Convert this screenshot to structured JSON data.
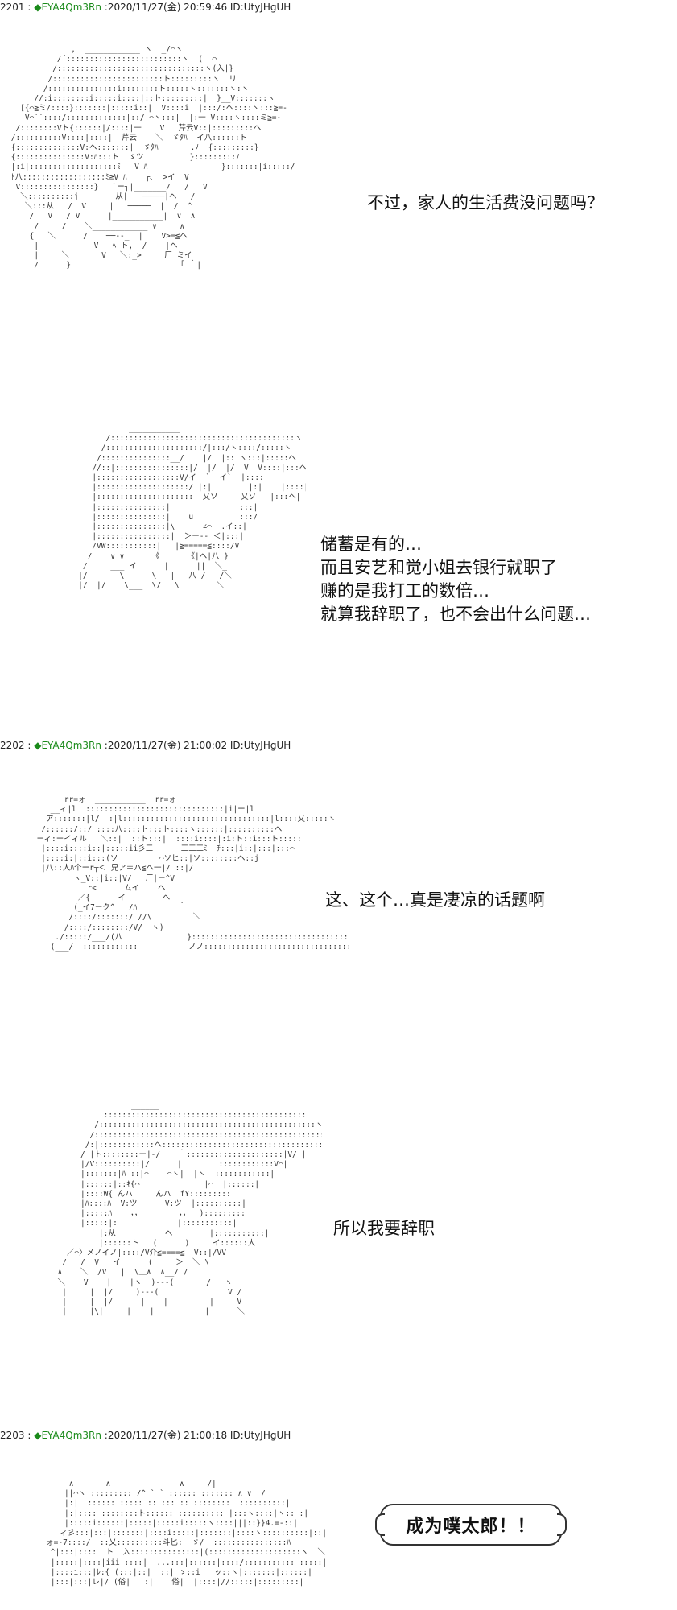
{
  "posts": [
    {
      "num": "2201",
      "sep": " : ",
      "trip": "◆EYA4Qm3Rn",
      "meta": " :2020/11/27(金) 20:59:46 ID:UtyJHgUH"
    },
    {
      "num": "2202",
      "sep": " : ",
      "trip": "◆EYA4Qm3Rn",
      "meta": " :2020/11/27(金) 21:00:02 ID:UtyJHgUH"
    },
    {
      "num": "2203",
      "sep": " : ",
      "trip": "◆EYA4Qm3Rn",
      "meta": " :2020/11/27(金) 21:00:18 ID:UtyJHgUH"
    }
  ],
  "dialogs": {
    "d1": [
      "不过，家人的生活费没问题吗？"
    ],
    "d2": [
      "储蓄是有的…",
      "而且安艺和觉小姐去银行就职了",
      "赚的是我打工的数倍…",
      "就算我辞职了，也不会出什么问题…"
    ],
    "d3": [
      "这、这个…真是凄凉的话题啊"
    ],
    "d4": [
      "所以我要辞职"
    ],
    "d5": [
      "成为噗太郎！！"
    ]
  },
  "ascii_art": {
    "aa1": "              ,  ____________ ヽ  _/⌒ヽ\n           /´:::::::::::::::::::::::::ヽ  (  ⌒\n          /::::::::::::::::::::::::::::::::ヽ(入|}\n         /::::::::::::::::::::::::ト:::::::::ヽ  リ\n        /:::::::::::::::i::::::::ト:::::ヽ:::::::ヽ:ヽ\n      //:i::::::::i:::::i::::|::ト:::::::::|  }__V:::::::ヽ\n   [{⌒≧ミ/::::}:::::::|:::::i::|  V::::i  |:::/:ヘ::::ヽ:::≧=-\n    V⌒`´::::/:::::::::::::|::/|⌒ヽ:::|  |:一 V::::ヽ::::ミ≧=-\n  /::::::::Vト{::::::|/::::|一    V   芹云V::|:::::::::ヘ\n /::::::::::V::::|::::|  芹云    ＼  ゞﾀﾊ  イ八::::::ト\n {::::::::::::::V:ヘ:::::::|  ゞﾀﾊ       .ﾉ  {:::::::::}\n {:::::::::::::::V:ﾊ:::ト  ゞツ          }:::::::::ﾉ\n |:i|:::::::::::::::::::ﾐ   V ﾊ                }:::::::|i:::::/\n ﾄ八::::::::::::::::::ﾐ≧V ﾊ    ┌､  >イ  V\n  V::::::::::::::::}   `ー┐|_______/   /   V\n   ＼::::::::::j        从|   ─────|ヘ   /\n    ＼:::从   /  V     |   ─────  |  /  ^\n     /   V   / V      |___________|  ∨  ∧\n      /     /    ＼____________ ∨     ∧\n     {   ＼      /    ──--_  |    V>=≦ヘ\n      |     |      V   ﾍ_ト,  /    |ヘ\n      |     ＼       V   ＼:_>     厂 ミイ\n      /      }                       「 ｀|",
    "aa2": "              ___________\n         /::::::::::::::::::::::::::::::::::::::::ヽ\n        /:::::::::::::::::::::/|:::/ヽ::::/:::::ヽ\n       /:::::::::::::::__/    |/  |::|ヽ:::|:::::ヘ\n      //::|::::::::::::::::|/  |/  |/  V  V::::|:::ヘ\n      |::::::::::::::::::V/イ  `  イ`  |::::|\n      |::::::::::::::::::::/ |:|        |:|    |::::|\n      |:::::::::::::::::::::  又ソ     又ソ   |:::ヘ|\n      |:::::::::::::::|              |:::|\n      |:::::::::::::::|    u         |:::/\n      |:::::::::::::::|\\      ∠⌒  .イ::|\n      |::::::::::::::::|  ＞ー-- ＜|:::|\n      /VW:::::::::::|   |≧=====≦::::/V\n     /    ∨ ∨      《      《|ヘ|八 }\n    /     ___ イ      |      ||  ＼_\n   |/  ___  \\      \\   |   八_/   /＼\n   |/  |/    \\___  \\/   \\        ＼",
    "aa3": "        rr=ォ  ___________  rr=ォ\n     __ィ|l  ::::::::::::::::::::::::::::::|i|ー|l\n    ア:::::::|l/  :|l::::::::::::::::::::::::::::::::|l::::又:::::ヽ\n   /::::::/::/ ::::八::::ト:::ト::::ヽ::::::|::::::::::ヘ\n  ーィ:ーイィル   ＼::|  ::ト:::|  ::::i::::|:i:ト::i:::ト:::::\n   |::::i::::i::|:::::ii彡三      三三三ﾐ  ﾁ:::|i::|:::|:::⌒\n   |::::i:|::i:::(ソ         ⌒ソヒ::|ソ::::::::ヘ::j\n   |八::人ﾊ个ーr┬＜ 兄ア＝ハ≦ヘ一|/ ::|/\n          ヽ_V::|i::|V/   厂|ー^V\n             r<      ムイ    ヘ\n           ／{      イ        ヘ\n          (_イ7ーク^   /ﾊ         ｀\n         /::::/:::::::/ //\\         ＼\n        /::::/::::::::/V/  ヽ)\n      ./:::::/___/(八              }::::::::::::::::::::::::::::::::::::::::::::\n     (___/  ::::::::::::           ノノ::::::::::::::::::::::::::::::::::::::::::::",
    "aa4": "                  ______\n            ::::::::::::::::::::::::::::::::::::::::::::\n          /:::::::::::::::::::::::::::::::::::::::::::::::ヽ\n         /:::::::::::::::::::::::::::::::::::::::::::::::::::::ヽ\n        /:|::::::::::::ヘ::::::::::::::::::::::::::::::::::::|\n       / |ト::::::::ー|-/    ｀:::::::::::::::::::::|V/ |\n       |/V::::::::::|/      |        ::::::::::::V⌒|\n       |:::::::|ﾊ ::|⌒    ⌒ヽ|  |ヽ  ::::::::::::|\n       |::::::|::ｷ{⌒              |⌒  |::::::|\n       |::::W{ んハ     んハ  fY:::::::::|\n       |ﾊ::::ﾊ  V:ツ      V:ツ  |::::::::::|\n       |:::::ﾊ    ，，        ，，  ):::::::::\n       |:::::|:             |:::::::::::|\n           |:从     ＿    へ        |:::::::::::|\n           |::::::ト   (      )     イ::::::人\n    ／⌒〉メノイノ|::::/V介≦====≦  V::|/VV\n   /   /  V   イ      (     ＞  ＼ \\\n  ∧    ＼  /V   |  \\＿∧  ∧__/ /\n  ＼    V    |    |ヽ  )---(       /   ヽ\n   |     |  |/     )---(               V /\n   |     |  |/      |    |         |     V\n   |     |\\|     |    |           |      ＼",
    "aa5": "        ∧       ∧               ∧     /|\n       ||⌒ヽ ::::::::: /^ ` ` :::::: ::::::: ∧ ∨  /\n       |:|  :::::: ::::: :: ::: :: :::::::: |::::::::::|\n       |:|:::: ::::::::ト:::::: :::::::::: |:::ヽ::::|ヽ:: :|\n       |:::::i::::::|:::::|:::::i:::::ヽ::::|||::}}4.=-::|\n      ィ彡:::|:::|:::::::|::::i:::::|:::::::|::::ヽ::::::::::|::|\n   ォ=-7::::/  ::乂::::::::::斗匕:  ゞ/  ::::::::::::::::ﾊ\n    ^|:::|::::  ト  入:::::::::::::::|(::::::::::::::::::::ヽ  ＼\n    |:::::|::::|iii|::::|  ...:::|::::::|::::/::::::::::: :::::|\n    |::::i:::|ﾚ:{ (:::|::|  ::| ゝ::i   ッ::ヽ|:::::::|::::::|\n    |:::|:::|レ|/ (俗|   :|    俗|  |::::|//:::::|:::::::::|"
  }
}
